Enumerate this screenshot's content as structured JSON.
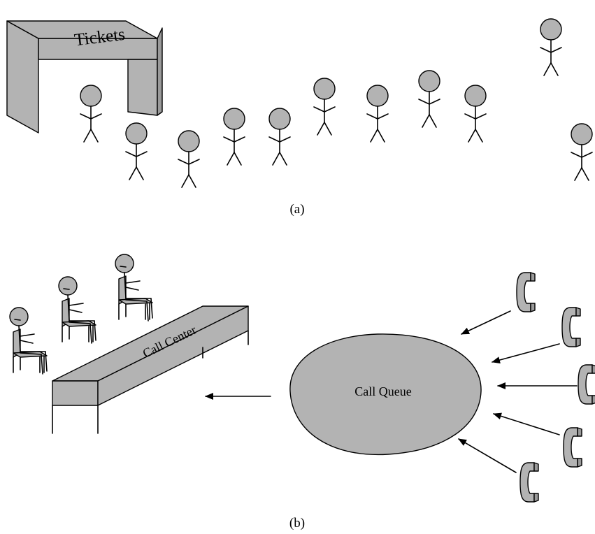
{
  "panel_a": {
    "caption": "(a)",
    "booth_sign": "Tickets"
  },
  "panel_b": {
    "caption": "(b)",
    "desk_label": "Call Center",
    "queue_label": "Call Queue"
  },
  "colors": {
    "fill_gray": "#b3b3b3",
    "outline": "#000000",
    "background": "#ffffff"
  }
}
